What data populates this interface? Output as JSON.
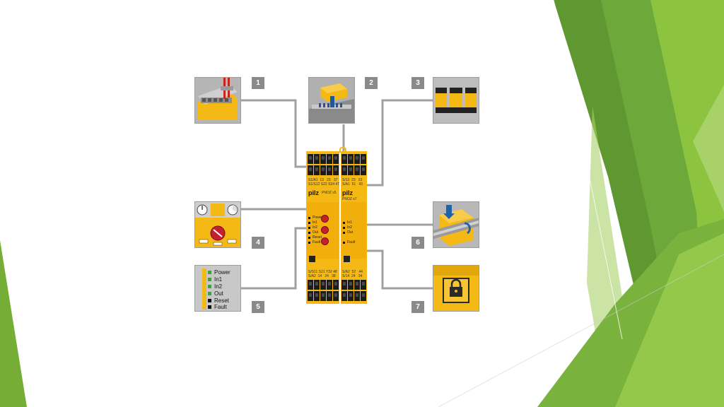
{
  "callouts": [
    "1",
    "2",
    "3",
    "4",
    "5",
    "6",
    "7"
  ],
  "left_module": {
    "logo": "pilz",
    "model": "PNOZ s5",
    "top_terminals": "S1/A1  13   23   37\nS1/S12 S22 S34 47",
    "bottom_terminals": "S/S11 S21 Y32 48\nS/A2  14   24   38",
    "leds": [
      "Power",
      "In1",
      "In2",
      "Out",
      "Reset",
      "Fault"
    ]
  },
  "right_module": {
    "logo": "pilz",
    "model": "PNOZ s7",
    "top_terminals": "S/13  23   33\nS/A1  51   43",
    "bottom_terminals": "S/A2  52   44\nS/14  24   34",
    "leds": [
      "In1",
      "In2",
      "Out",
      "Fault"
    ]
  },
  "legend_thumbnail": {
    "items": [
      {
        "label": "Power",
        "color": "#3aa535"
      },
      {
        "label": "In1",
        "color": "#3aa535"
      },
      {
        "label": "In2",
        "color": "#3aa535"
      },
      {
        "label": "Out",
        "color": "#3aa535"
      },
      {
        "label": "Reset",
        "color": "#111111"
      },
      {
        "label": "Fault",
        "color": "#111111"
      }
    ]
  },
  "colors": {
    "pilz_yellow": "#f5b915",
    "thumb_gray": "#a9a9a9",
    "connector_gray": "#a0a0a0",
    "knob_red": "#c42030",
    "green_dark": "#5e9a2c",
    "green_light": "#8cc53f"
  }
}
